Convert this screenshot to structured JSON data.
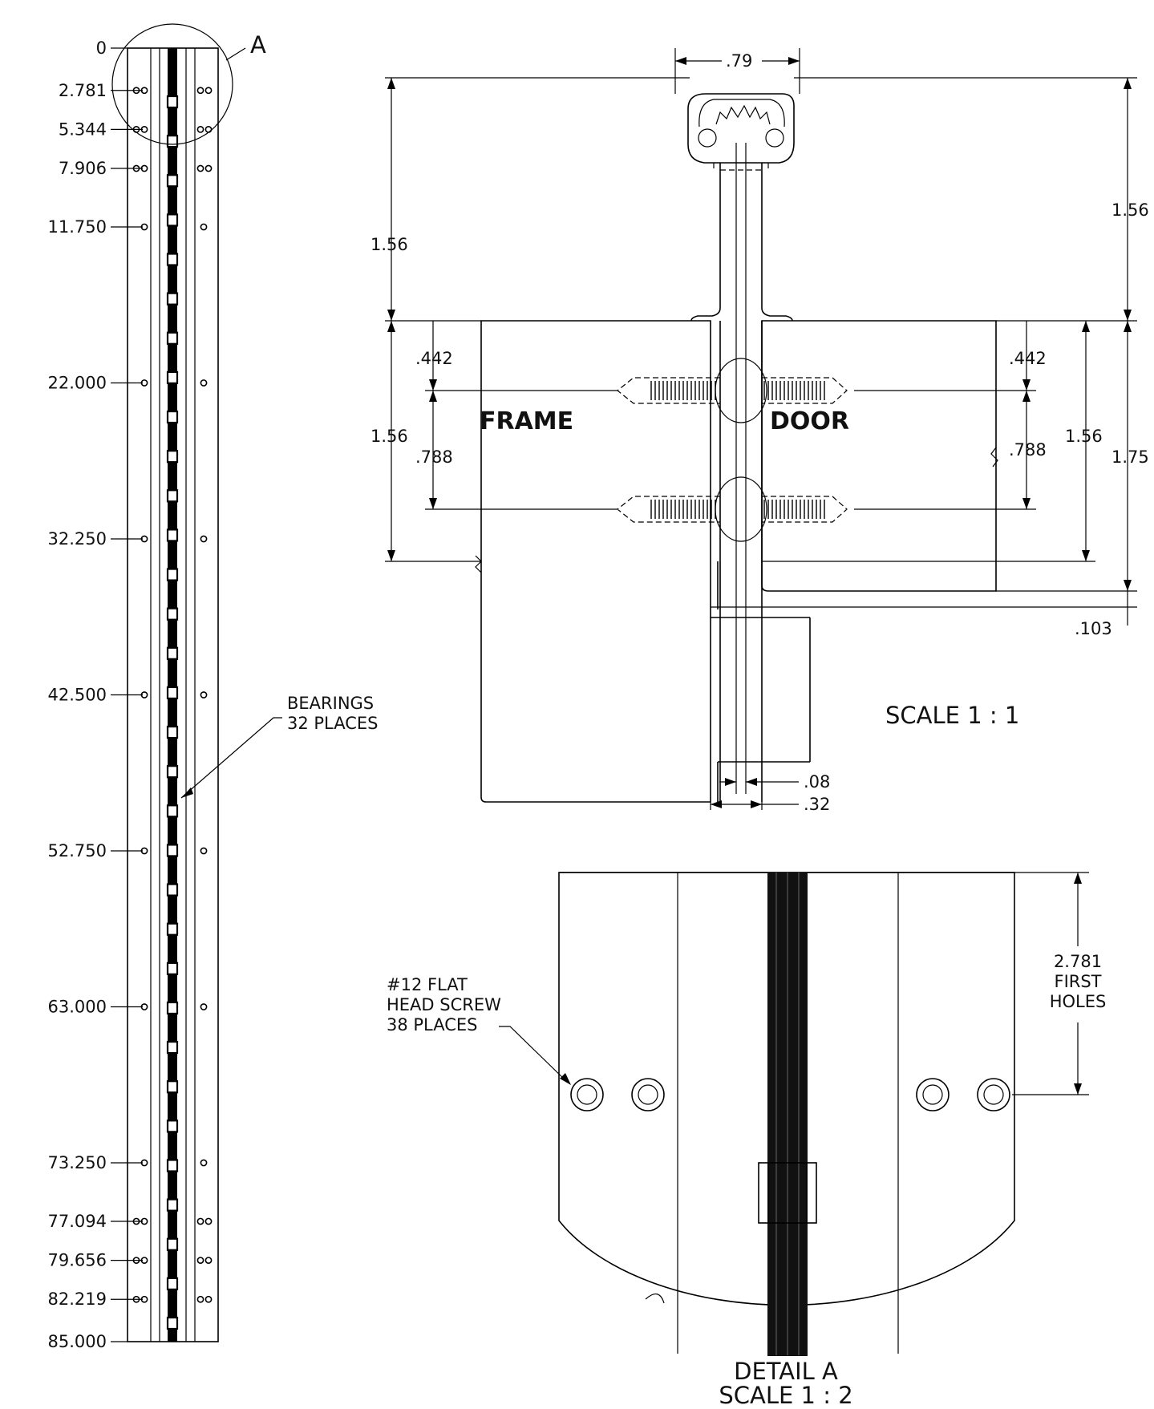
{
  "detail_callout": "A",
  "station_labels": [
    "0",
    "2.781",
    "5.344",
    "7.906",
    "11.750",
    "22.000",
    "32.250",
    "42.500",
    "52.750",
    "63.000",
    "73.250",
    "77.094",
    "79.656",
    "82.219",
    "85.000"
  ],
  "bearings_note": [
    "BEARINGS",
    "32 PLACES"
  ],
  "section_view": {
    "top_width": ".79",
    "left_height": "1.56",
    "right_height_upper": "1.56",
    "left_offset": ".442",
    "left_spacing": ".788",
    "left_leaf_height": "1.56",
    "right_offset": ".442",
    "right_spacing": ".788",
    "right_leaf_height": "1.56",
    "overall_height": "1.75",
    "bottom_gap": ".103",
    "frame_label": "FRAME",
    "door_label": "DOOR",
    "gap_narrow": ".08",
    "gap_wide": ".32",
    "scale": "SCALE 1 : 1"
  },
  "detail_view": {
    "screw_note": [
      "#12 FLAT",
      "HEAD SCREW",
      "38 PLACES"
    ],
    "first_holes": [
      "2.781",
      "FIRST",
      "HOLES"
    ],
    "title": "DETAIL A",
    "scale": "SCALE 1 : 2"
  }
}
